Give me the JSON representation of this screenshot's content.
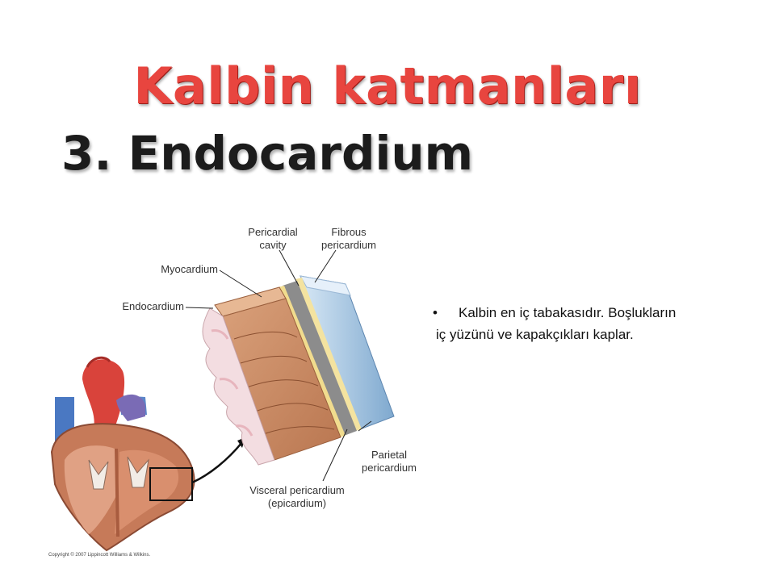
{
  "slide": {
    "title": "Kalbin katmanları",
    "subtitle": "3. Endocardium"
  },
  "figure": {
    "labels": {
      "pericardial_cavity_1": "Pericardial",
      "pericardial_cavity_2": "cavity",
      "fibrous_1": "Fibrous",
      "fibrous_2": "pericardium",
      "myocardium": "Myocardium",
      "endocardium": "Endocardium",
      "parietal_1": "Parietal",
      "parietal_2": "pericardium",
      "visceral_1": "Visceral pericardium",
      "visceral_2": "(epicardium)"
    },
    "copyright": "Copyright © 2007 Lippincott Williams & Wilkins."
  },
  "body": {
    "bullet_symbol": "•",
    "bullet_line1": "Kalbin en iç tabakasıdır. Boşlukların",
    "bullet_line2": "iç yüzünü ve kapakçıkları kaplar."
  },
  "colors": {
    "title": "#e8453f",
    "myocardium": "#c98a62",
    "fibrous": "#a9c9e6"
  }
}
